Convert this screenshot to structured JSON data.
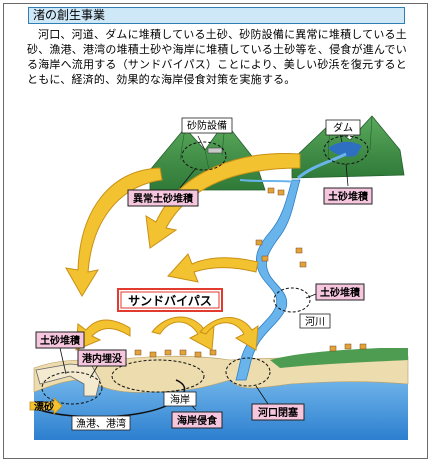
{
  "header": {
    "title": "渚の創生事業"
  },
  "description": "河口、河道、ダムに堆積している土砂、砂防設備に異常に堆積している土砂、漁港、港湾の堆積土砂や海岸に堆積している土砂等を、侵食が進んでいる海岸へ流用する（サンドバイパス）ことにより、美しい砂浜を復元するとともに、経済的、効果的な海岸侵食対策を実施する。",
  "labels": {
    "sabo": "砂防設備",
    "dam": "ダム",
    "abnormal_sediment": "異常土砂堆積",
    "dam_sediment": "土砂堆積",
    "river_sediment": "土砂堆積",
    "sand_bypass": "サンドバイパス",
    "river": "河川",
    "port_sediment": "土砂堆積",
    "harbor_burial": "港内埋没",
    "drift_sand": "漂砂",
    "coast": "海岸",
    "fishing_port": "漁港、港湾",
    "coastal_erosion": "海岸侵食",
    "river_mouth_closure": "河口閉塞"
  },
  "colors": {
    "title_bg": "#cfe8f7",
    "label_box_fill": "#f5c6de",
    "label_box_stroke": "#222222",
    "arrow_fill": "#f2c230",
    "mountain": "#3f8f46",
    "sea": "#3b8fd6",
    "river": "#6ab4ec",
    "sand": "#ecdcae",
    "bypass_border": "#e23a2e"
  }
}
